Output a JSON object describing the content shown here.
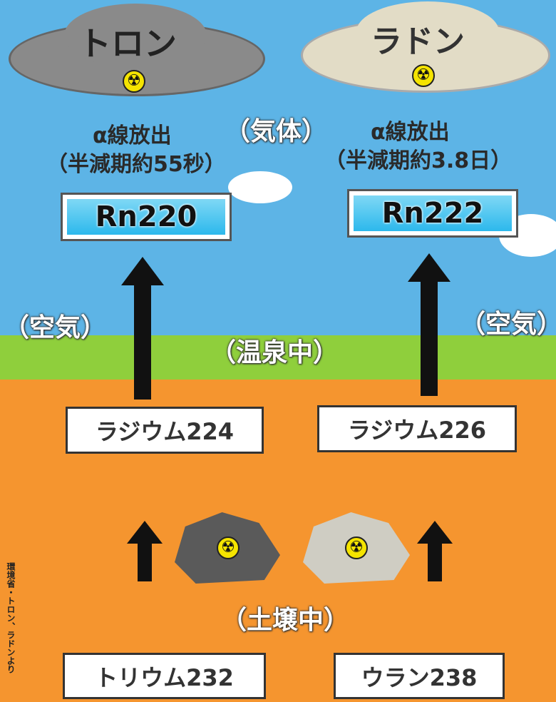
{
  "thoron": {
    "name": "トロン",
    "emission": "α線放出",
    "half_life": "（半減期約55秒）",
    "isotope": "Rn220"
  },
  "radon": {
    "name": "ラドン",
    "emission": "α線放出",
    "half_life": "（半減期約3.8日）",
    "isotope": "Rn222"
  },
  "labels": {
    "gas": "（気体）",
    "air_left": "（空気）",
    "air_right": "（空気）",
    "hot_spring": "（温泉中）",
    "soil": "（土壌中）"
  },
  "parents": {
    "radium224": "ラジウム224",
    "radium226": "ラジウム226",
    "thorium": "トリウム232",
    "uranium": "ウラン238"
  },
  "source": "環境省・トロン、ラドンより",
  "icons": {
    "radiation": "☢"
  },
  "colors": {
    "sky": "#5db4e6",
    "grass": "#8fcf3c",
    "soil": "#f5952f"
  }
}
